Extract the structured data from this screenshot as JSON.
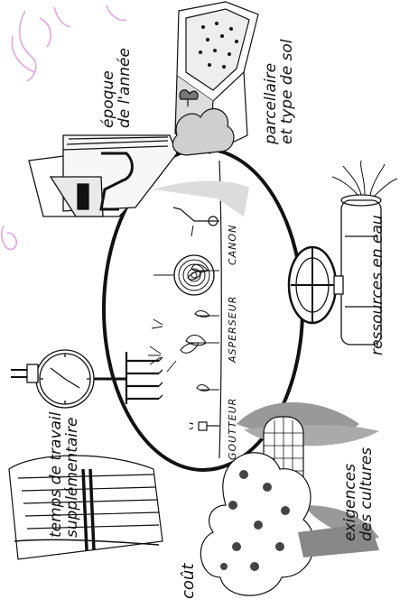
{
  "labels": {
    "epoque": [
      "époque",
      "de l'année"
    ],
    "parcellaire": [
      "parcellaire",
      "et type de sol"
    ],
    "temps": [
      "temps de travail",
      "supplémentaire"
    ],
    "cout": [
      "coût"
    ],
    "exigences": [
      "exigences",
      "des cultures"
    ],
    "ressources": [
      "ressources en eau"
    ]
  },
  "systems": {
    "goutteur": "GOUTTEUR",
    "asperseur": "ASPERSEUR",
    "canon": "CANON"
  },
  "colors": {
    "ink": "#111111",
    "paper": "#ffffff",
    "stamp": "#d987d6",
    "shade": "#8a8a8a"
  },
  "icons": [
    "calendar-icon",
    "field-parcel-icon",
    "clock-fork-icon",
    "money-stack-icon",
    "corn-icon",
    "fruit-tree-icon",
    "water-valve-icon",
    "sprinkler-icon",
    "hose-reel-icon",
    "dripper-icon"
  ]
}
